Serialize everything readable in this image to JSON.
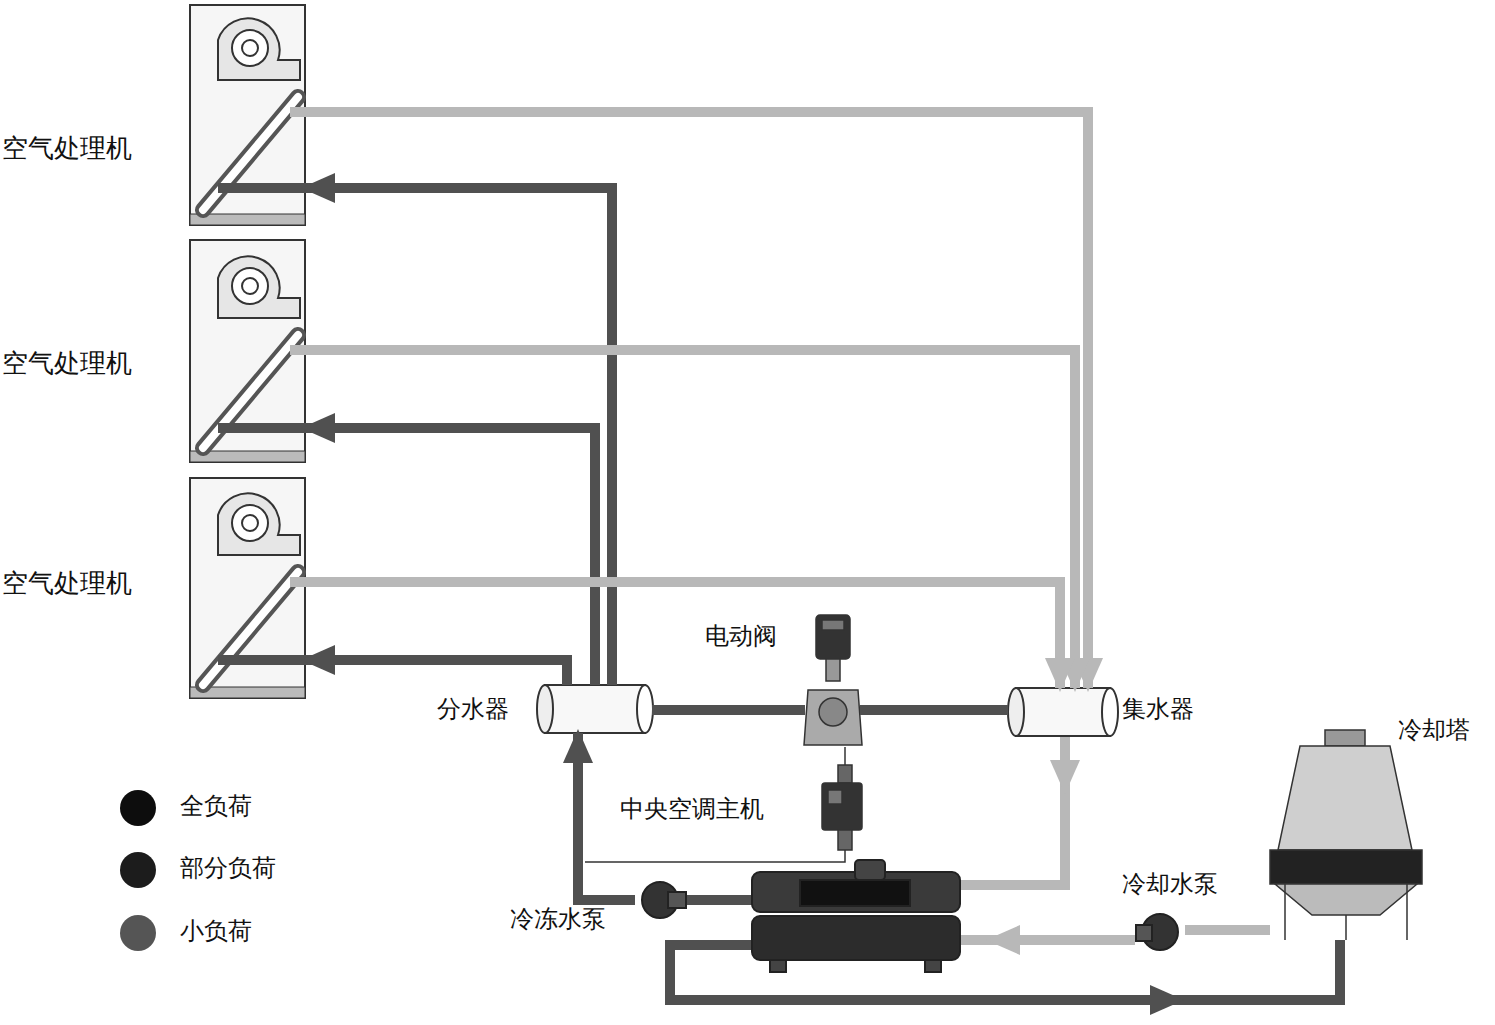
{
  "diagram": {
    "nodes": [
      {
        "text": [
          "空气处理机"
        ]
      },
      {
        "text": [
          "空气处理机"
        ]
      },
      {
        "text": [
          "空气处理机"
        ]
      },
      {
        "text": [
          "分水器"
        ]
      },
      {
        "text": [
          "电动阀"
        ]
      },
      {
        "text": [
          "集水器"
        ]
      },
      {
        "text": [
          "中央空调主机"
        ]
      },
      {
        "text": [
          "冷冻水泵"
        ]
      },
      {
        "text": [
          "冷却水泵"
        ]
      },
      {
        "text": [
          "冷却塔"
        ]
      }
    ],
    "edges": [
      {
        "from": 3,
        "to": 0,
        "arrow": "to"
      },
      {
        "from": 3,
        "to": 1,
        "arrow": "to"
      },
      {
        "from": 3,
        "to": 2,
        "arrow": "to"
      },
      {
        "from": 0,
        "to": 5,
        "arrow": "to"
      },
      {
        "from": 1,
        "to": 5,
        "arrow": "to"
      },
      {
        "from": 2,
        "to": 5,
        "arrow": "to"
      },
      {
        "from": 3,
        "to": 4,
        "arrow": "none"
      },
      {
        "from": 4,
        "to": 5,
        "arrow": "none"
      },
      {
        "from": 7,
        "to": 3,
        "arrow": "to"
      },
      {
        "from": 6,
        "to": 4,
        "arrow": "none"
      },
      {
        "from": 9,
        "to": 8,
        "arrow": "none"
      }
    ],
    "legend": [
      {
        "text": "全负荷",
        "color": "#0d0d0d"
      },
      {
        "text": "部分负荷",
        "color": "#1c1c1c"
      },
      {
        "text": "小负荷",
        "color": "#555555"
      }
    ]
  }
}
